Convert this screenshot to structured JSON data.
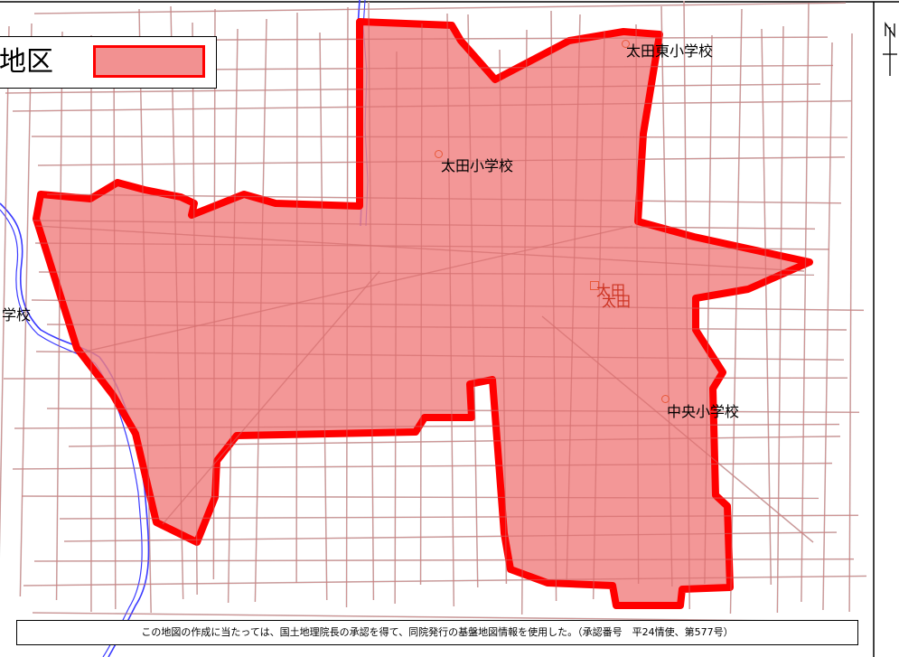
{
  "legend": {
    "label": "地区",
    "swatch_fill": "#f29191",
    "swatch_stroke": "#ff0000"
  },
  "district": {
    "fill": "#f08080",
    "stroke": "#ff0000"
  },
  "labels": {
    "ota_higashi": "太田東小学校",
    "ota_elementary": "太田小学校",
    "ota_station": "太田",
    "ota_station_2": "太田",
    "chuo": "中央小学校",
    "left_school": "学校"
  },
  "credit": "この地図の作成に当たっては、国土地理院長の承認を得て、同院発行の基盤地図情報を使用した。（承認番号　平24情使、第577号）",
  "colors": {
    "road": "#c8c8c8",
    "river": "#3b3bff",
    "poi": "#e8593a",
    "frame": "#000000"
  },
  "north_arrow": {
    "icon": "north-arrow-icon"
  }
}
